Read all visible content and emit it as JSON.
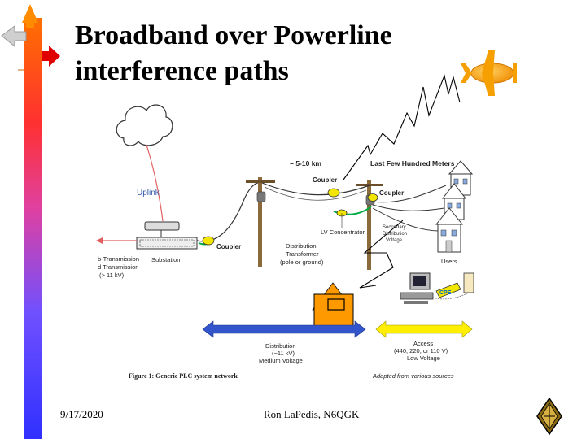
{
  "slide": {
    "title_line1": "Broadband over Powerline",
    "title_line2": "interference paths",
    "footer_date": "9/17/2020",
    "footer_author": "Ron LaPedis, N6QGK"
  },
  "diagram": {
    "uplink": "Uplink",
    "distance": "~ 5-10 km",
    "last_meters": "Last Few Hundred Meters",
    "coupler": "Coupler",
    "lv_concentrator": "LV Concentrator",
    "secondary_1": "Secondary",
    "secondary_2": "Distribution",
    "secondary_3": "Voltage",
    "dist_tx_1": "Distribution",
    "dist_tx_2": "Transformer",
    "dist_tx_3": "(pole or ground)",
    "substation": "Substation",
    "hv_1": "b-Transmission",
    "hv_2": "d Transmission",
    "hv_3": "(> 11 kV)",
    "users": "Users",
    "cpe": "CPE",
    "dist_band_1": "Distribution",
    "dist_band_2": "(~11 kV)",
    "dist_band_3": "Medium Voltage",
    "access_1": "Access",
    "access_2": "(440, 220, or 110 V)",
    "access_3": "Low Voltage",
    "figure_caption": "Figure 1: Generic PLC system network",
    "source": "Adapted from various sources"
  },
  "colors": {
    "bar_top": "#ff8000",
    "bar_bottom": "#3b3bff",
    "arrow_red": "#e00000",
    "house_orange": "#ff9900",
    "distribution_arrow": "#3355cc",
    "access_arrow": "#ffee00",
    "coupler_yellow": "#f2e600",
    "airplane": "#f5a000"
  },
  "icons": {
    "left_arrow": "arrow-left-icon",
    "up_arrow": "arrow-up-icon",
    "right_arrow": "arrow-right-icon",
    "airplane": "airplane-icon",
    "arrl": "arrl-diamond-logo-icon"
  }
}
